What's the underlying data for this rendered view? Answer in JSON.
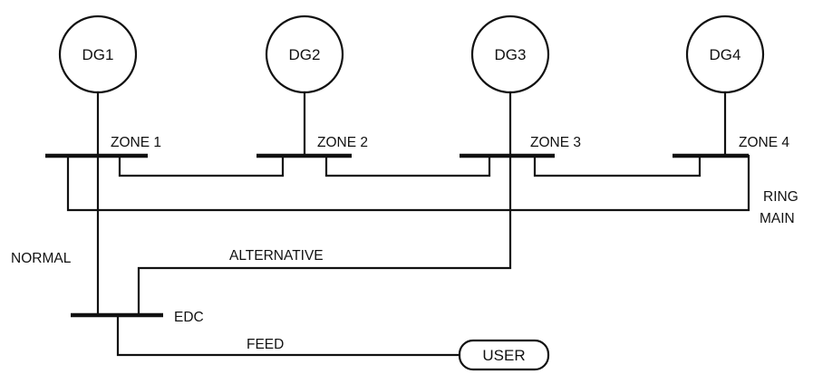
{
  "generators": [
    {
      "label": "DG1"
    },
    {
      "label": "DG2"
    },
    {
      "label": "DG3"
    },
    {
      "label": "DG4"
    }
  ],
  "zones": [
    {
      "label": "ZONE 1"
    },
    {
      "label": "ZONE 2"
    },
    {
      "label": "ZONE 3"
    },
    {
      "label": "ZONE 4"
    }
  ],
  "ring_main": {
    "line1": "RING",
    "line2": "MAIN"
  },
  "feeds": {
    "normal": "NORMAL",
    "alternative": "ALTERNATIVE",
    "feed": "FEED"
  },
  "edc": {
    "label": "EDC"
  },
  "user": {
    "label": "USER"
  }
}
